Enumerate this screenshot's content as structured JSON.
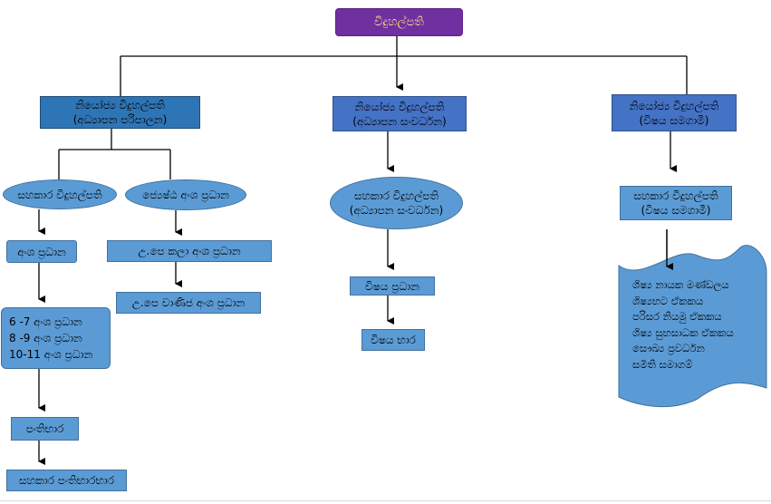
{
  "root": "විදුහල්පති",
  "deputies": [
    {
      "line1": "නියෝජ්‍ය විදුහල්පති",
      "line2": "(අධ්‍යාපන පරිපාලන)"
    },
    {
      "line1": "නියෝජ්‍ය විදුහල්පති",
      "line2": "(අධ්‍යාපන සංවර්ධන)"
    },
    {
      "line1": "නියෝජ්‍ය විදුහල්පති",
      "line2": "(විෂය සමගාමී)"
    }
  ],
  "branch1": {
    "assistant_principal": "සහකාර විදුහල්පති",
    "senior_head": "ජ්‍යෙෂ්ඨ අංශ ප්‍රධාන",
    "section_head": "අංශ ප්‍රධාන",
    "grades": [
      "6 -7 අංශ ප්‍රධාන",
      "8 -9 අංශ ප්‍රධාන",
      "10-11 අංශ ප්‍රධාන"
    ],
    "class_teacher": "පංතිභාර",
    "assistant_class_teacher": "සහකාර පංතිභාරභාර",
    "arts_head": "උ.පෙ  කලා අංශ ප්‍රධාන",
    "commerce_head": "උ.පෙ  වාණිජ අංශ ප්‍රධාන"
  },
  "branch2": {
    "assistant_line1": "සහකාර විදුහල්පති",
    "assistant_line2": "(අධ්‍යාපන සංවර්ධන)",
    "subject_head": "විෂය ප්‍රධාන",
    "subject_teacher": "විෂය භාර"
  },
  "branch3": {
    "assistant_line1": "සහකාර විදුහල්පති",
    "assistant_line2": "(විෂය සමගාමී)",
    "units": [
      "ශිෂ්‍ය නායක මණ්ඩලය",
      "ශිෂ්‍යභට ඒකකය",
      "පරිසර නියමු ඒකකය",
      "ශිෂ්‍ය සුභසාධක ඒකකය",
      "සෞඛ්‍ය ප්‍රවර්ධන",
      "සමිති සමාගම්"
    ]
  },
  "colors": {
    "root_fill": "#7030a0",
    "root_text": "#ffe97a",
    "deputy1_fill": "#2e75b6",
    "deputy_fill": "#4472c4",
    "node_fill": "#5b9bd5"
  }
}
